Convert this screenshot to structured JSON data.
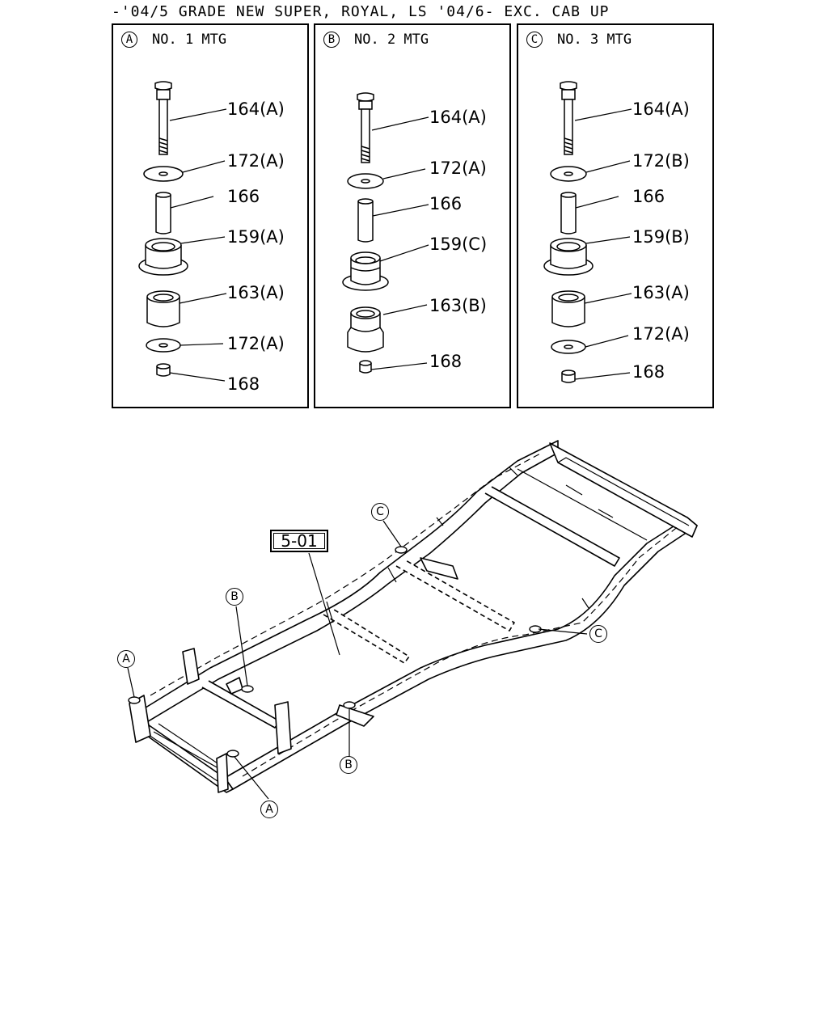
{
  "header": "-'04/5 GRADE NEW SUPER, ROYAL, LS '04/6- EXC. CAB UP",
  "panels": [
    {
      "letter": "A",
      "title": "NO. 1  MTG",
      "labels": [
        "164(A)",
        "172(A)",
        "166",
        "159(A)",
        "163(A)",
        "172(A)",
        "168"
      ]
    },
    {
      "letter": "B",
      "title": "NO. 2  MTG",
      "labels": [
        "164(A)",
        "172(A)",
        "166",
        "159(C)",
        "163(B)",
        "168"
      ]
    },
    {
      "letter": "C",
      "title": "NO. 3  MTG",
      "labels": [
        "164(A)",
        "172(B)",
        "166",
        "159(B)",
        "163(A)",
        "172(A)",
        "168"
      ]
    }
  ],
  "frame": {
    "ref": "5-01",
    "callouts": [
      "C",
      "B",
      "A",
      "C",
      "B",
      "A"
    ]
  }
}
